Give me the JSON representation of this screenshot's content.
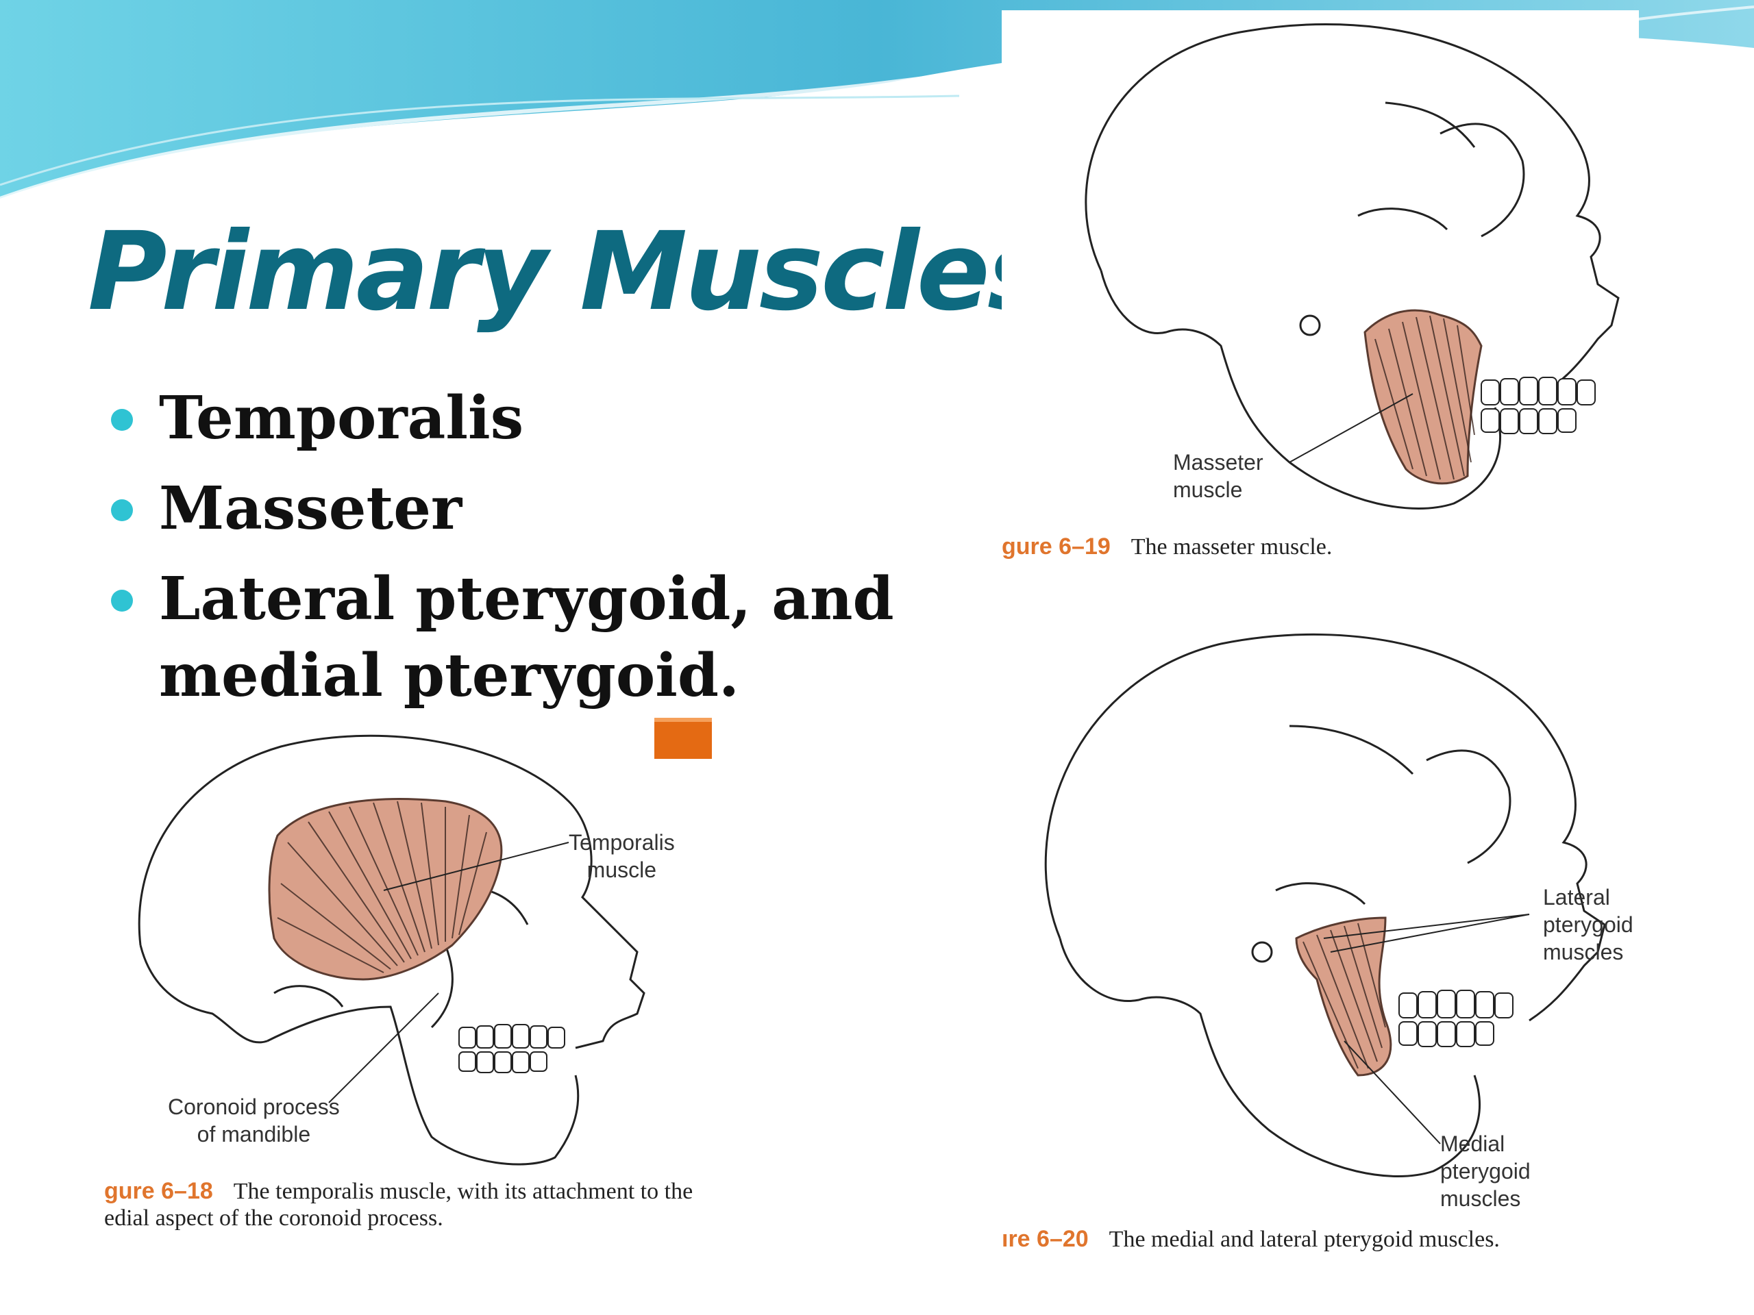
{
  "slide": {
    "title": "Primary Muscles",
    "bullets": [
      "Temporalis",
      "Masseter",
      "Lateral pterygoid, and medial pterygoid."
    ],
    "colors": {
      "title": "#0e6a80",
      "bullet_dot": "#2fc3d3",
      "muscle": "#d9a08a",
      "banner": "#5cc8dc"
    }
  },
  "figures": {
    "temporalis": {
      "label_temporalis": "Temporalis\nmuscle",
      "label_coronoid": "Coronoid process\nof mandible",
      "caption_number": "gure 6–18",
      "caption_line1": "The temporalis muscle, with its attachment to the",
      "caption_line2": "edial aspect of the coronoid process."
    },
    "masseter": {
      "label": "Masseter\nmuscle",
      "caption_number": "gure 6–19",
      "caption_text": "The masseter muscle."
    },
    "pterygoid": {
      "label_lateral": "Lateral\npterygoid\nmuscles",
      "label_medial": "Medial\npterygoid\nmuscles",
      "caption_number": "ıre 6–20",
      "caption_text": "The medial and lateral pterygoid muscles."
    }
  }
}
